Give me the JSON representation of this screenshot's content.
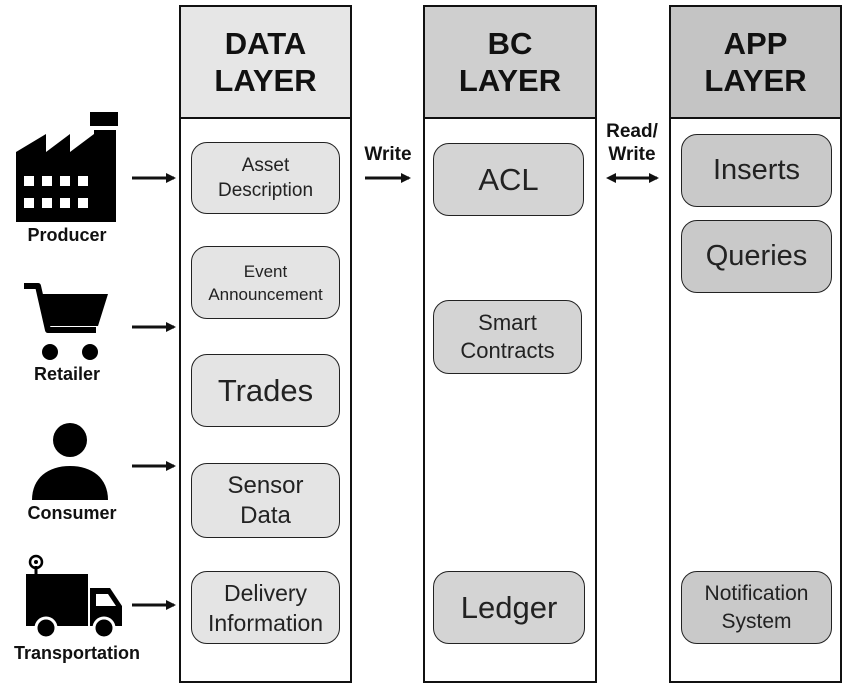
{
  "layers": {
    "data": {
      "title_line1": "DATA",
      "title_line2": "LAYER"
    },
    "bc": {
      "title_line1": "BC",
      "title_line2": "LAYER"
    },
    "app": {
      "title_line1": "APP",
      "title_line2": "LAYER"
    }
  },
  "data_nodes": {
    "asset_line1": "Asset",
    "asset_line2": "Description",
    "event_line1": "Event",
    "event_line2": "Announcement",
    "trades": "Trades",
    "sensor_line1": "Sensor",
    "sensor_line2": "Data",
    "delivery_line1": "Delivery",
    "delivery_line2": "Information"
  },
  "bc_nodes": {
    "acl": "ACL",
    "smart_line1": "Smart",
    "smart_line2": "Contracts",
    "ledger": "Ledger"
  },
  "app_nodes": {
    "inserts": "Inserts",
    "queries": "Queries",
    "notification_line1": "Notification",
    "notification_line2": "System"
  },
  "actors": {
    "producer": {
      "label": "Producer",
      "icon": "factory-icon"
    },
    "retailer": {
      "label": "Retailer",
      "icon": "shopping-cart-icon"
    },
    "consumer": {
      "label": "Consumer",
      "icon": "person-icon"
    },
    "transportation": {
      "label": "Transportation",
      "icon": "delivery-truck-icon"
    }
  },
  "edges": {
    "write": "Write",
    "read_write_line1": "Read/",
    "read_write_line2": "Write"
  }
}
